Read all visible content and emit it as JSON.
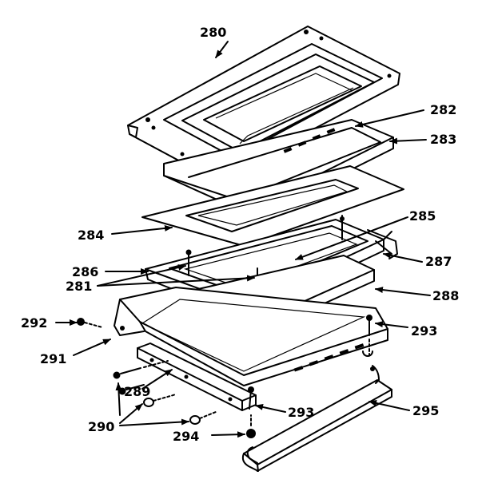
{
  "diagram": {
    "labels": {
      "p280": "280",
      "p282": "282",
      "p283": "283",
      "p284": "284",
      "p285": "285",
      "p286": "286",
      "p281": "281",
      "p287": "287",
      "p288": "288",
      "p292": "292",
      "p291": "291",
      "p293a": "293",
      "p293b": "293",
      "p289": "289",
      "p290": "290",
      "p294": "294",
      "p295": "295"
    }
  }
}
